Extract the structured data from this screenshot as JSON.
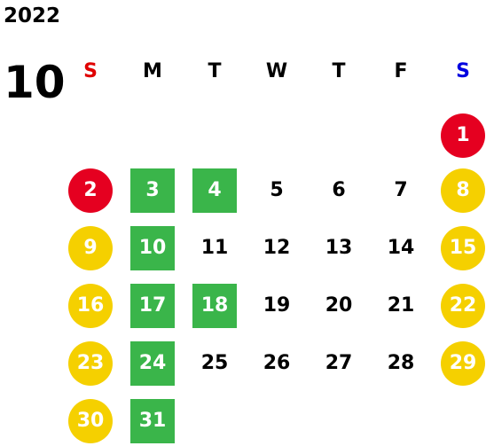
{
  "calendar": {
    "year": "2022",
    "month": "10",
    "weekdays": [
      {
        "label": "S",
        "color": "#e00000"
      },
      {
        "label": "M",
        "color": "#000000"
      },
      {
        "label": "T",
        "color": "#000000"
      },
      {
        "label": "W",
        "color": "#000000"
      },
      {
        "label": "T",
        "color": "#000000"
      },
      {
        "label": "F",
        "color": "#000000"
      },
      {
        "label": "S",
        "color": "#0000e0"
      }
    ],
    "colors": {
      "holiday": "#e50020",
      "weekend": "#f5d000",
      "event": "#3ab54a",
      "text": "#000000"
    },
    "days": [
      {
        "day": "1",
        "style": "holiday"
      },
      {
        "day": "2",
        "style": "holiday"
      },
      {
        "day": "3",
        "style": "event"
      },
      {
        "day": "4",
        "style": "event"
      },
      {
        "day": "5",
        "style": "plain"
      },
      {
        "day": "6",
        "style": "plain"
      },
      {
        "day": "7",
        "style": "plain"
      },
      {
        "day": "8",
        "style": "weekend"
      },
      {
        "day": "9",
        "style": "weekend"
      },
      {
        "day": "10",
        "style": "event"
      },
      {
        "day": "11",
        "style": "plain"
      },
      {
        "day": "12",
        "style": "plain"
      },
      {
        "day": "13",
        "style": "plain"
      },
      {
        "day": "14",
        "style": "plain"
      },
      {
        "day": "15",
        "style": "weekend"
      },
      {
        "day": "16",
        "style": "weekend"
      },
      {
        "day": "17",
        "style": "event"
      },
      {
        "day": "18",
        "style": "event"
      },
      {
        "day": "19",
        "style": "plain"
      },
      {
        "day": "20",
        "style": "plain"
      },
      {
        "day": "21",
        "style": "plain"
      },
      {
        "day": "22",
        "style": "weekend"
      },
      {
        "day": "23",
        "style": "weekend"
      },
      {
        "day": "24",
        "style": "event"
      },
      {
        "day": "25",
        "style": "plain"
      },
      {
        "day": "26",
        "style": "plain"
      },
      {
        "day": "27",
        "style": "plain"
      },
      {
        "day": "28",
        "style": "plain"
      },
      {
        "day": "29",
        "style": "weekend"
      },
      {
        "day": "30",
        "style": "weekend"
      },
      {
        "day": "31",
        "style": "event"
      }
    ]
  }
}
